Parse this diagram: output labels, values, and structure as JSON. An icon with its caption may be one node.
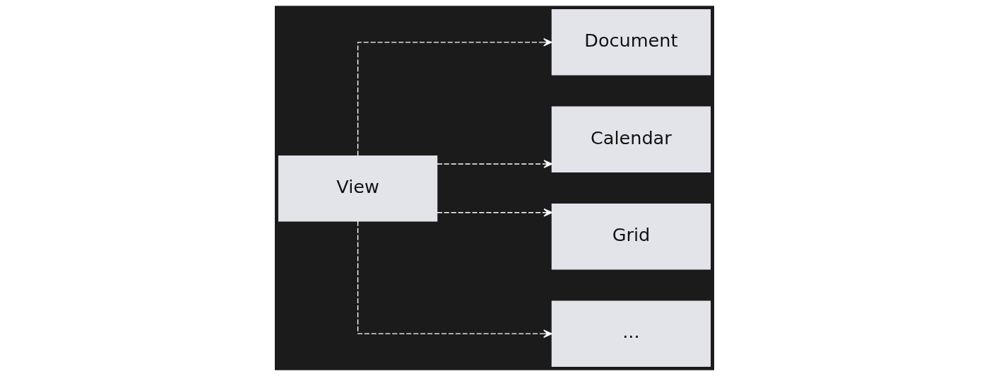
{
  "diagram": {
    "nodes": [
      {
        "text": [
          "View"
        ]
      },
      {
        "text": [
          "Document"
        ]
      },
      {
        "text": [
          "Calendar"
        ]
      },
      {
        "text": [
          "Grid"
        ]
      },
      {
        "text": [
          "..."
        ]
      }
    ],
    "edges": [
      {
        "from": 0,
        "to": 1,
        "arrow": "to",
        "style": "dashed"
      },
      {
        "from": 0,
        "to": 2,
        "arrow": "to",
        "style": "dashed"
      },
      {
        "from": 0,
        "to": 3,
        "arrow": "to",
        "style": "dashed"
      },
      {
        "from": 0,
        "to": 4,
        "arrow": "to",
        "style": "dashed"
      }
    ]
  }
}
